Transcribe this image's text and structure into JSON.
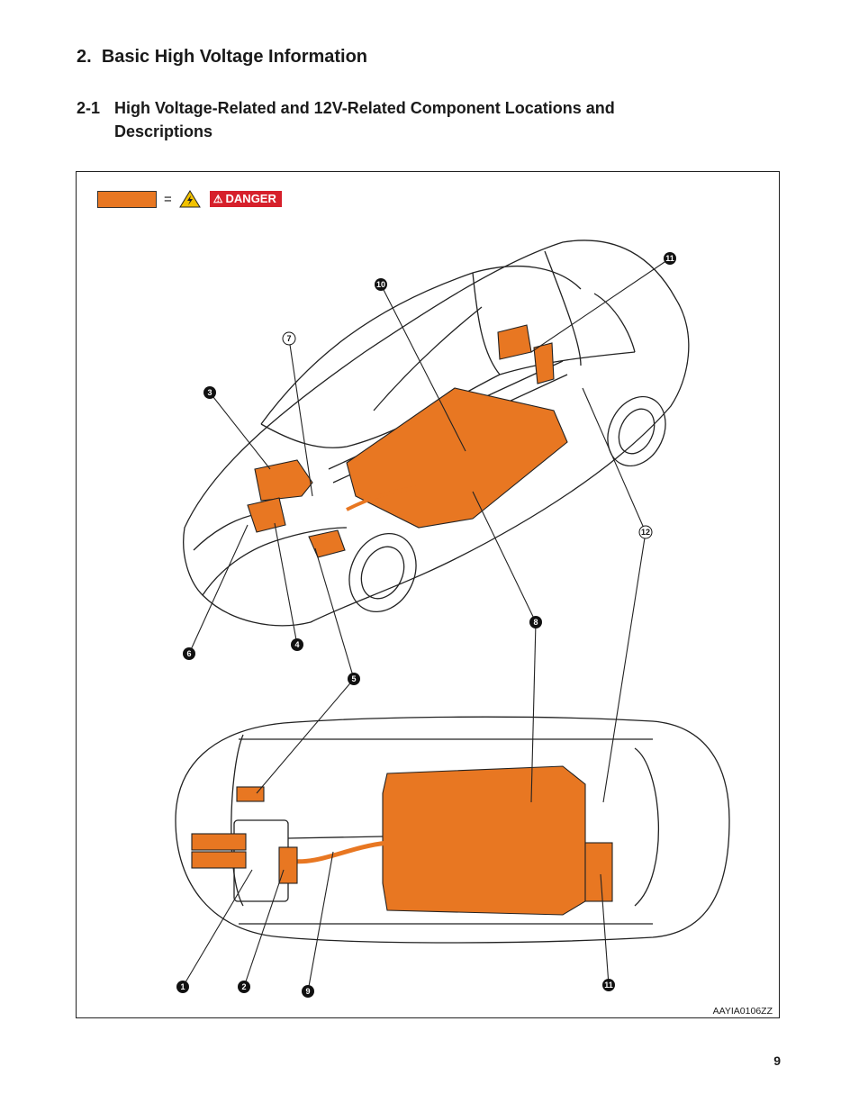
{
  "section": {
    "number": "2.",
    "title": "Basic High Voltage Information"
  },
  "subsection": {
    "number": "2-1",
    "title_line1": "High Voltage-Related and 12V-Related Component Locations and",
    "title_line2": "Descriptions"
  },
  "legend": {
    "equals": "=",
    "danger_label": "DANGER",
    "swatch_color": "#e87722",
    "danger_color": "#d6202b"
  },
  "callouts": [
    "1",
    "2",
    "3",
    "4",
    "5",
    "6",
    "7",
    "8",
    "9",
    "10",
    "11",
    "12"
  ],
  "figure_code": "AAYIA0106ZZ",
  "page_number": "9"
}
